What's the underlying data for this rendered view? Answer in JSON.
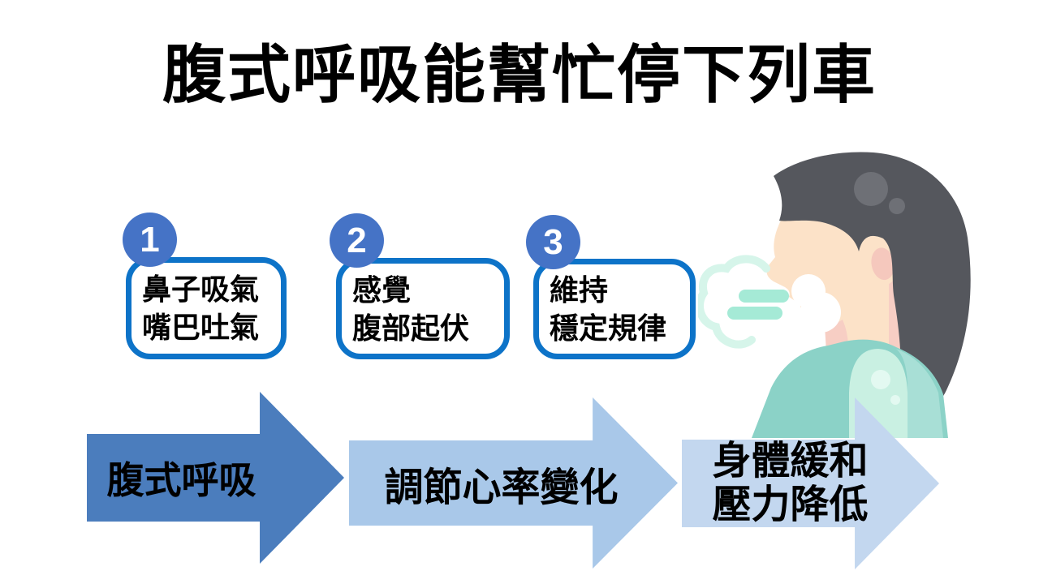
{
  "slide": {
    "title": "腹式呼吸能幫忙停下列車",
    "background": "#ffffff"
  },
  "steps": [
    {
      "number": "1",
      "lines": [
        "鼻子吸氣",
        "嘴巴吐氣"
      ]
    },
    {
      "number": "2",
      "lines": [
        "感覺",
        "腹部起伏"
      ]
    },
    {
      "number": "3",
      "lines": [
        "維持",
        "穩定規律"
      ]
    }
  ],
  "flow_arrows": [
    {
      "lines": [
        "腹式呼吸"
      ]
    },
    {
      "lines": [
        "調節心率變化"
      ]
    },
    {
      "lines": [
        "身體緩和",
        "壓力降低"
      ]
    }
  ],
  "illustration": {
    "name": "person-exhaling",
    "description": "Side profile of a dark-haired person in a teal shirt exhaling; mint breath cloud with two motion lines at the mouth"
  },
  "colors": {
    "title_text": "#000000",
    "step_box_border": "#0d73c8",
    "step_number_badge": "#4573c6",
    "badge_text": "#ffffff",
    "arrow_1": "#4b7dbd",
    "arrow_2": "#a9c8e9",
    "arrow_3": "#c3d7ef",
    "arrow_text": "#000000",
    "skin": "#fce2c8",
    "skin_shadow": "#f7cec4",
    "hair": "#55575d",
    "shirt": "#8bd2c7",
    "shirt_highlight": "#c9f0e2",
    "breath_mint": "#a5ead6"
  }
}
